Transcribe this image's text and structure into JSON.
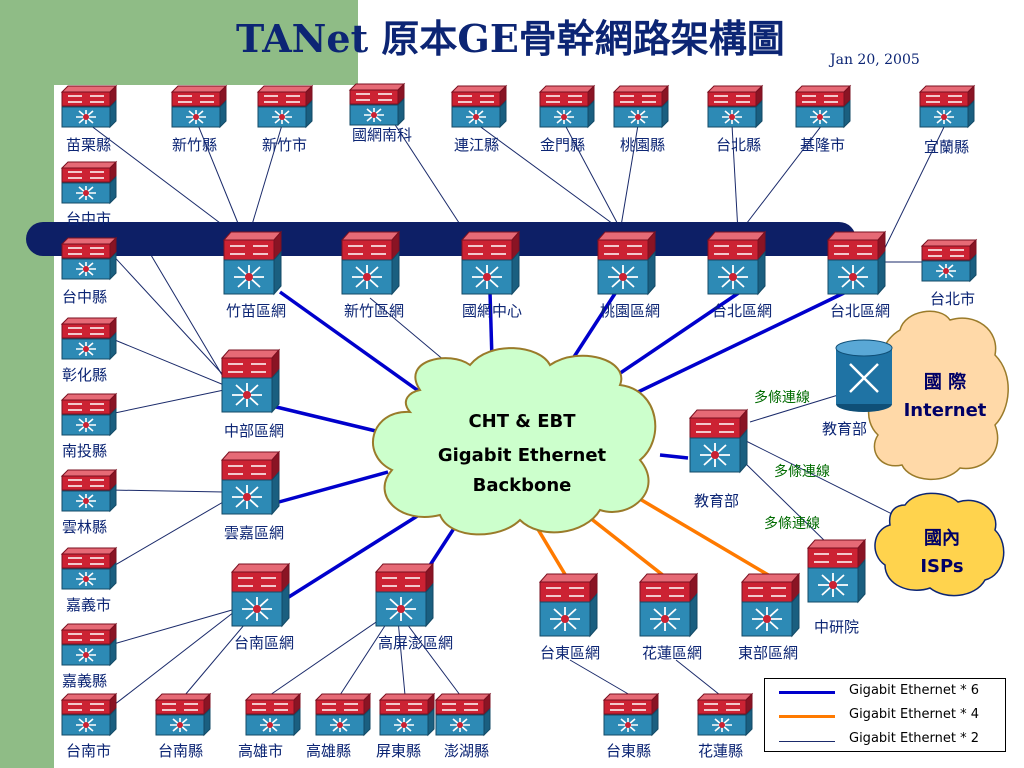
{
  "title": "TANet 原本GE骨幹網路架構圖",
  "date": "Jan 20, 2005",
  "core": {
    "line1": "CHT & EBT",
    "line2": "Gigabit Ethernet",
    "line3": "Backbone"
  },
  "internet": {
    "line1": "國 際",
    "line2": "Internet"
  },
  "isps": {
    "line1": "國內",
    "line2": "ISPs"
  },
  "multi_link": "多條連線",
  "nodes": {
    "miaoli_county": "苗栗縣",
    "hsinchu_county": "新竹縣",
    "hsinchu_city": "新竹市",
    "nnsp": "國網南科",
    "lienchiang": "連江縣",
    "kinmen": "金門縣",
    "taoyuan_county": "桃園縣",
    "taipei_county": "台北縣",
    "keelung": "基隆市",
    "yilan": "宜蘭縣",
    "taichung_city": "台中市",
    "taichung_county": "台中縣",
    "changhua": "彰化縣",
    "nantou": "南投縣",
    "yunlin": "雲林縣",
    "chiayi_city": "嘉義市",
    "chiayi_county": "嘉義縣",
    "tainan_city": "台南市",
    "tainan_county": "台南縣",
    "kaohsiung_city": "高雄市",
    "kaohsiung_county": "高雄縣",
    "pingtung": "屏東縣",
    "penghu": "澎湖縣",
    "taitung_county": "台東縣",
    "hualien_county": "花蓮縣",
    "taipei_city": "台北市",
    "zhumiao_rn": "竹苗區網",
    "hsinchu_rn": "新竹區網",
    "nchc": "國網中心",
    "taoyuan_rn": "桃園區網",
    "taipei_rn1": "台北區網",
    "taipei_rn2": "台北區網",
    "central_rn": "中部區網",
    "yunchia_rn": "雲嘉區網",
    "tainan_rn": "台南區網",
    "kpp_rn": "高屏澎區網",
    "taitung_rn": "台東區網",
    "hualien_rn": "花蓮區網",
    "east_rn": "東部區網",
    "moe": "教育部",
    "moe2": "教育部",
    "sinica": "中研院"
  },
  "legend": [
    {
      "label": "Gigabit Ethernet * 6",
      "color": "#0000cc"
    },
    {
      "label": "Gigabit Ethernet * 4",
      "color": "#ff7a00"
    },
    {
      "label": "Gigabit Ethernet * 2",
      "color": "#1a2a6a"
    }
  ],
  "colors": {
    "title": "#0c2574",
    "background_band": "#8fbc86",
    "backbone_bar": "#0d1f66",
    "core_cloud": "#ccffcc",
    "internet_cloud": "#ffd9a8",
    "isps_cloud": "#ffd34d",
    "switch_red": "#cc2233",
    "switch_blue": "#2d8ab5"
  }
}
